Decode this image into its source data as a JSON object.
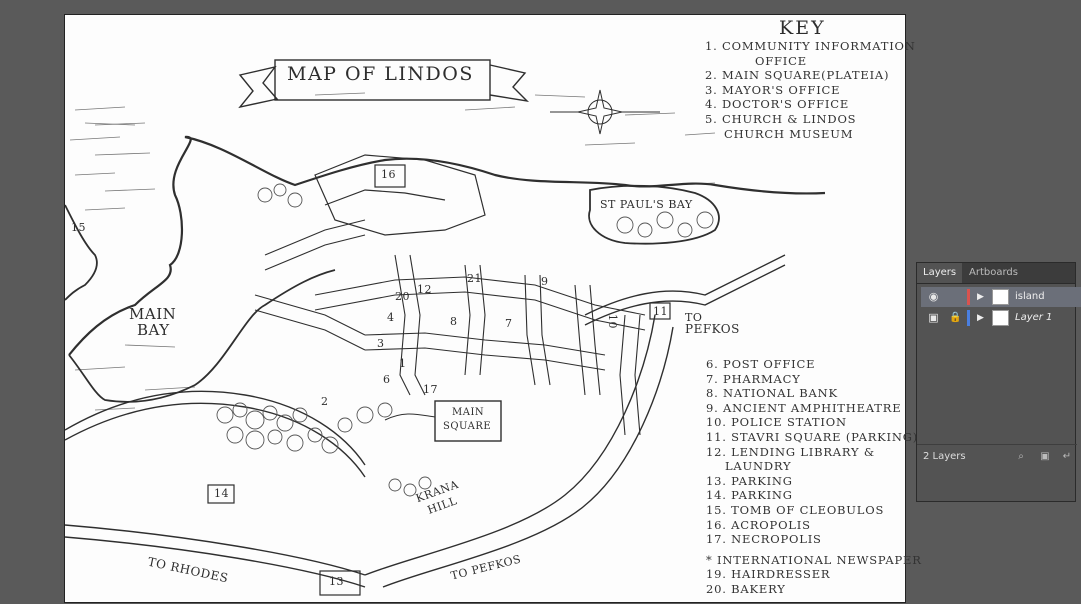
{
  "map": {
    "banner_title": "MAP OF LINDOS",
    "key_title": "KEY",
    "key_top": [
      "1. COMMUNITY INFORMATION",
      "OFFICE",
      "2. MAIN SQUARE(PLATEIA)",
      "3. MAYOR'S OFFICE",
      "4. DOCTOR'S OFFICE",
      "5. CHURCH & LINDOS",
      "CHURCH MUSEUM"
    ],
    "key_bottom": [
      "6. POST OFFICE",
      "7. PHARMACY",
      "8. NATIONAL BANK",
      "9. ANCIENT AMPHITHEATRE",
      "10. POLICE STATION",
      "11. STAVRI SQUARE (PARKING)",
      "12. LENDING LIBRARY &",
      "LAUNDRY",
      "13. PARKING",
      "14. PARKING",
      "15. TOMB OF CLEOBULOS",
      "16. ACROPOLIS",
      "17. NECROPOLIS",
      "* INTERNATIONAL NEWSPAPER",
      "19. HAIRDRESSER",
      "20. BAKERY"
    ],
    "labels": {
      "main_bay_1": "MAIN",
      "main_bay_2": "BAY",
      "st_pauls_bay": "ST PAUL'S BAY",
      "to_pefkos_right_1": "TO",
      "to_pefkos_right_2": "PEFKOS",
      "to_pefkos_bottom": "TO PEFKOS",
      "to_rhodes": "TO RHODES",
      "main_square_1": "MAIN",
      "main_square_2": "SQUARE",
      "krana_1": "KRANA",
      "krana_2": "HILL",
      "n15": "15",
      "n16": "16",
      "n21": "21",
      "n9": "9",
      "n12": "12",
      "n20": "20",
      "n4": "4",
      "n3": "3",
      "n8": "8",
      "n10": "10",
      "n11": "11",
      "n7": "7",
      "n2": "2",
      "n17": "17",
      "n14": "14",
      "n13": "13",
      "n6": "6",
      "n1": "1"
    }
  },
  "layers_panel": {
    "tabs": [
      "Layers",
      "Artboards"
    ],
    "active_tab": "Layers",
    "layers": [
      {
        "name": "island",
        "color": "#d9534f",
        "selected": true,
        "visible_icon": "eye-icon",
        "locked": false
      },
      {
        "name": "Layer 1",
        "color": "#4a7fe0",
        "selected": false,
        "visible_icon": "outline-view-icon",
        "locked": true
      }
    ],
    "layer_count": "2 Layers"
  }
}
